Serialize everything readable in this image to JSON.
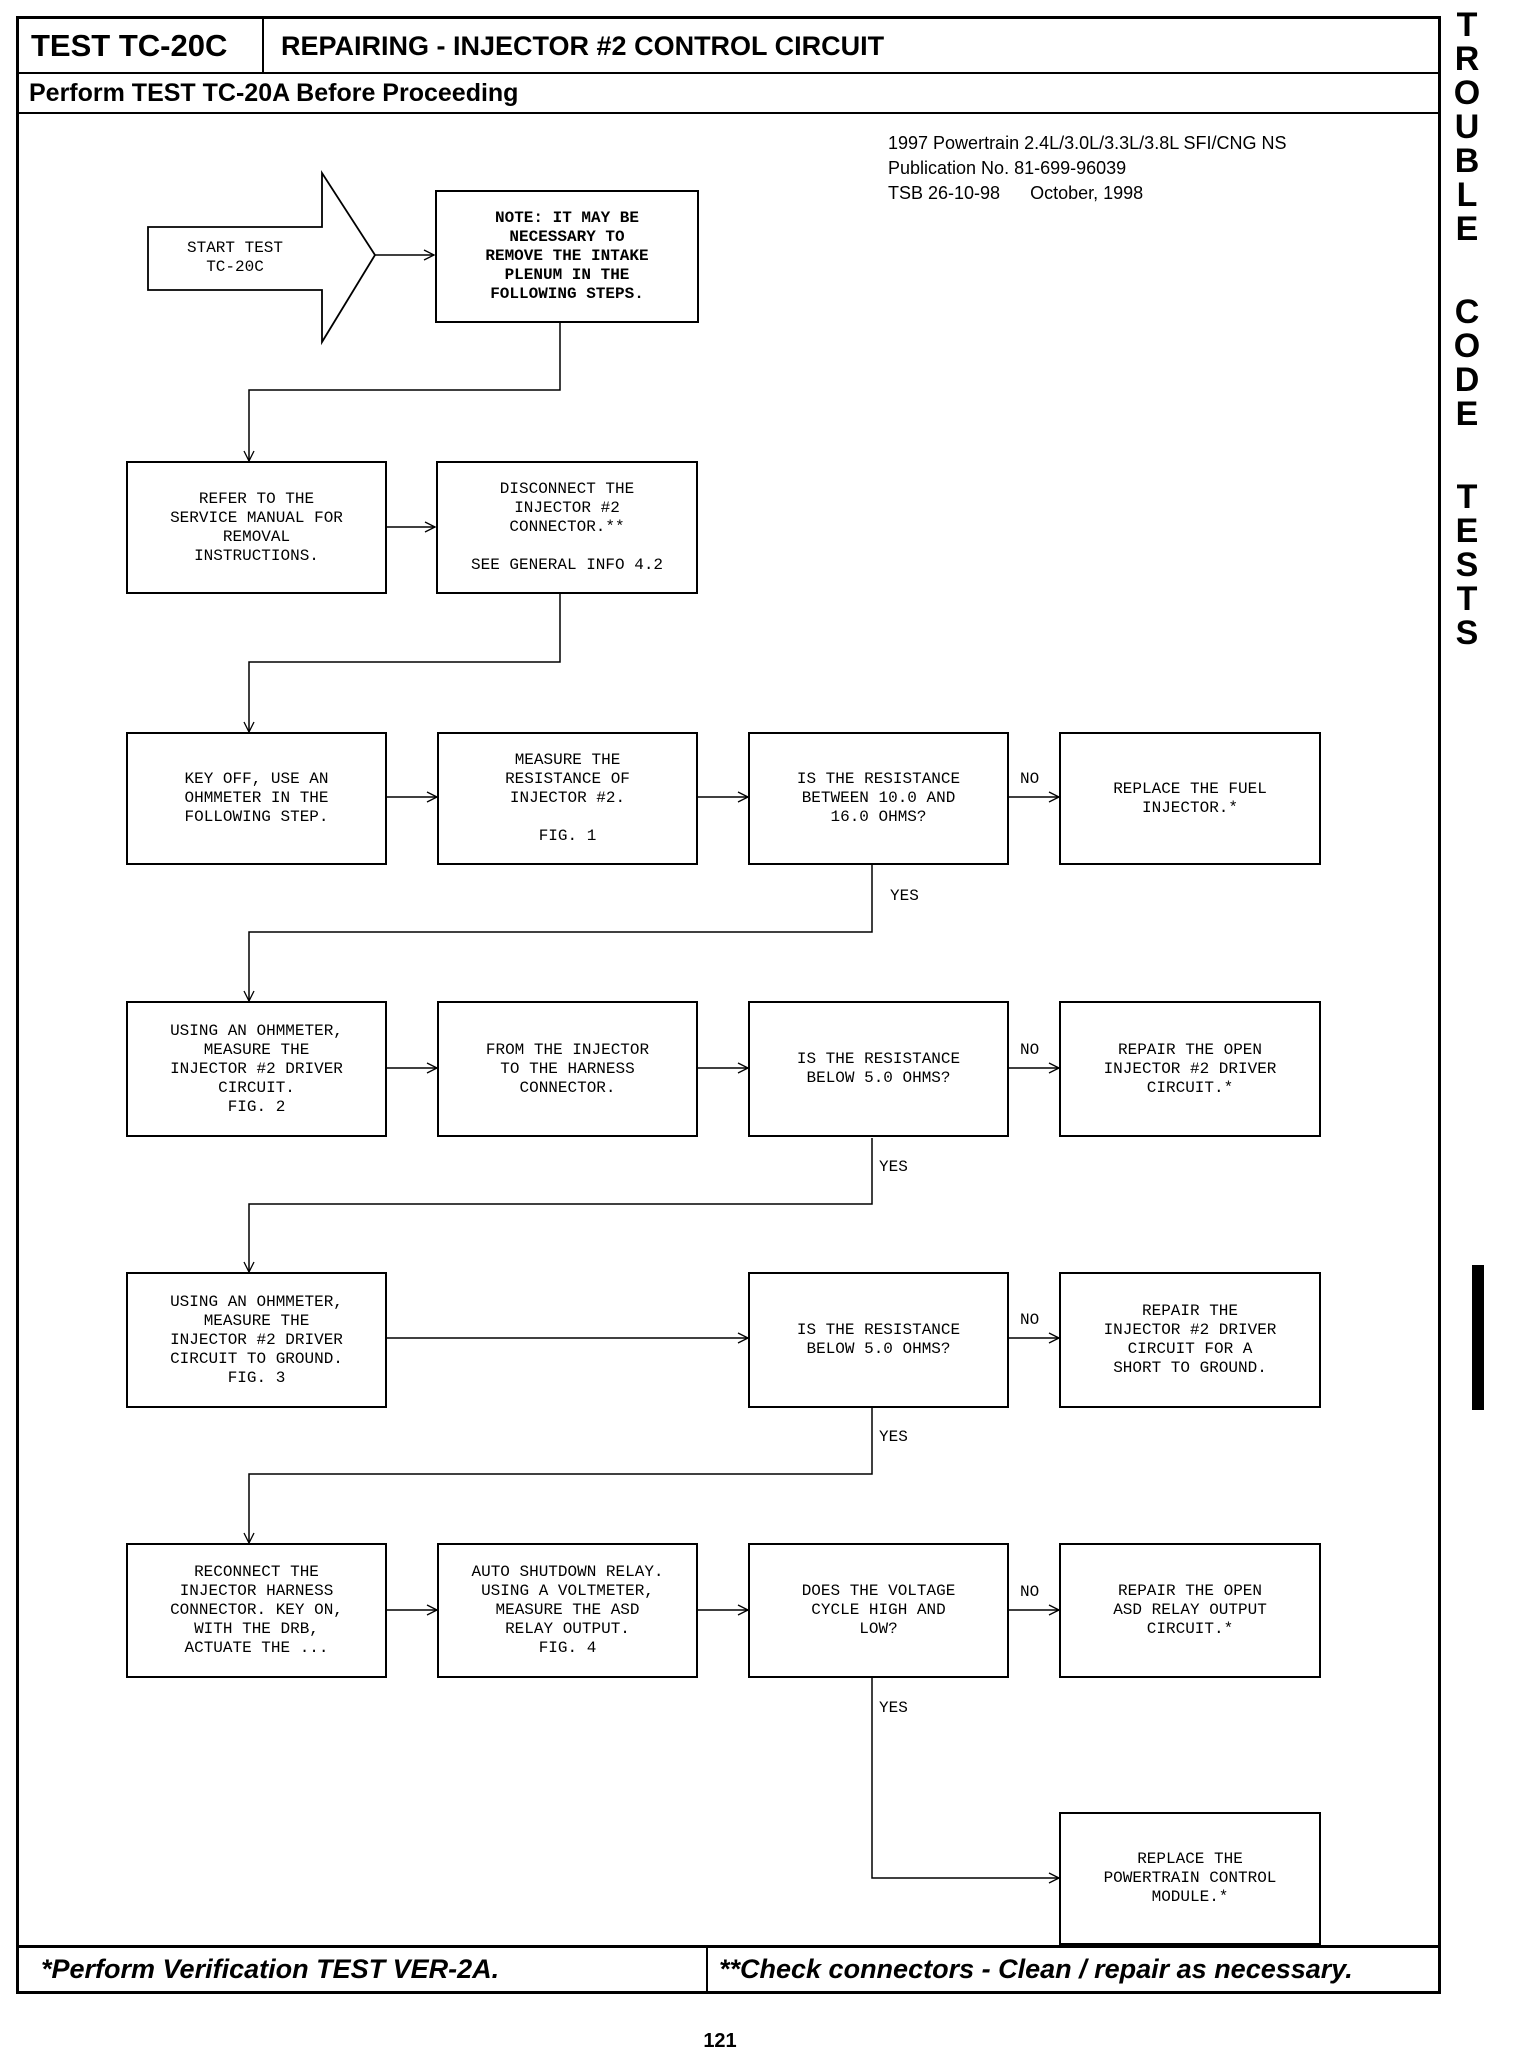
{
  "header": {
    "test_id": "TEST TC-20C",
    "title": "REPAIRING - INJECTOR #2 CONTROL CIRCUIT",
    "subtitle": "Perform TEST TC-20A Before Proceeding"
  },
  "publication": {
    "line1": "1997 Powertrain 2.4L/3.0L/3.3L/3.8L SFI/CNG NS",
    "line2": "Publication No. 81-699-96039",
    "line3": "TSB 26-10-98      October, 1998"
  },
  "side_tab": [
    "T",
    "R",
    "O",
    "U",
    "B",
    "L",
    "E",
    "C",
    "O",
    "D",
    "E",
    "T",
    "E",
    "S",
    "T",
    "S"
  ],
  "flow": {
    "start": [
      "START TEST",
      "TC-20C"
    ],
    "note": [
      "NOTE: IT MAY BE",
      "NECESSARY TO",
      "REMOVE THE INTAKE",
      "PLENUM IN THE",
      "FOLLOWING STEPS."
    ],
    "refer": [
      "REFER TO THE",
      "SERVICE MANUAL FOR",
      "REMOVAL",
      "INSTRUCTIONS."
    ],
    "disconnect": [
      "DISCONNECT THE",
      "INJECTOR #2",
      "CONNECTOR.**",
      "",
      "SEE GENERAL INFO 4.2"
    ],
    "key_off": [
      "KEY OFF, USE AN",
      "OHMMETER IN THE",
      "FOLLOWING STEP."
    ],
    "measure": [
      "MEASURE THE",
      "RESISTANCE OF",
      "INJECTOR #2.",
      "",
      "FIG. 1"
    ],
    "q1": [
      "IS THE RESISTANCE",
      "BETWEEN 10.0 AND",
      "16.0 OHMS?"
    ],
    "r1": [
      "REPLACE THE FUEL",
      "INJECTOR.*"
    ],
    "using1": [
      "USING AN OHMMETER,",
      "MEASURE THE",
      "INJECTOR #2 DRIVER",
      "CIRCUIT.",
      "FIG. 2"
    ],
    "from": [
      "FROM THE INJECTOR",
      "TO THE HARNESS",
      "CONNECTOR."
    ],
    "q2": [
      "IS THE RESISTANCE",
      "BELOW 5.0 OHMS?"
    ],
    "r2": [
      "REPAIR THE OPEN",
      "INJECTOR #2 DRIVER",
      "CIRCUIT.*"
    ],
    "using2": [
      "USING AN OHMMETER,",
      "MEASURE THE",
      "INJECTOR #2 DRIVER",
      "CIRCUIT TO GROUND.",
      "FIG. 3"
    ],
    "q3": [
      "IS THE RESISTANCE",
      "BELOW 5.0 OHMS?"
    ],
    "r3": [
      "REPAIR THE",
      "INJECTOR #2 DRIVER",
      "CIRCUIT FOR A",
      "SHORT TO GROUND."
    ],
    "reconnect": [
      "RECONNECT THE",
      "INJECTOR HARNESS",
      "CONNECTOR. KEY ON,",
      "WITH THE DRB,",
      "ACTUATE THE ..."
    ],
    "auto": [
      "AUTO SHUTDOWN RELAY.",
      "USING A VOLTMETER,",
      "MEASURE THE ASD",
      "RELAY OUTPUT.",
      "FIG. 4"
    ],
    "q4": [
      "DOES THE VOLTAGE",
      "CYCLE HIGH AND",
      "LOW?"
    ],
    "r4": [
      "REPAIR THE OPEN",
      "ASD RELAY OUTPUT",
      "CIRCUIT.*"
    ],
    "final": [
      "REPLACE THE",
      "POWERTRAIN CONTROL",
      "MODULE.*"
    ],
    "no_label": "NO",
    "yes_label": "YES"
  },
  "footer": {
    "left": "*Perform Verification TEST VER-2A.",
    "right": "**Check connectors - Clean / repair as necessary."
  },
  "page_number": "121"
}
